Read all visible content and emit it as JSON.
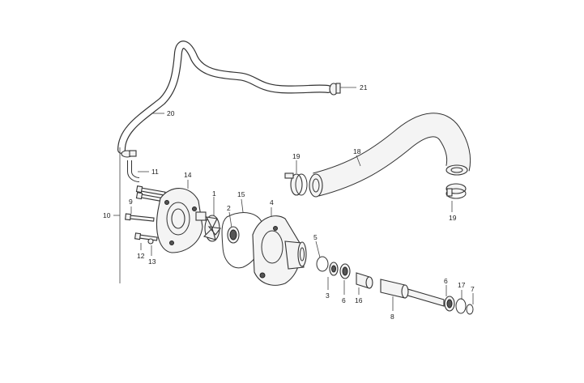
{
  "callouts": {
    "c1": "1",
    "c2": "2",
    "c3": "3",
    "c4": "4",
    "c5": "5",
    "c6a": "6",
    "c6b": "6",
    "c7": "7",
    "c8": "8",
    "c9": "9",
    "c10": "10",
    "c11": "11",
    "c12": "12",
    "c13": "13",
    "c14": "14",
    "c15": "15",
    "c16": "16",
    "c17": "17",
    "c18": "18",
    "c19a": "19",
    "c19b": "19",
    "c20": "20",
    "c21": "21"
  },
  "colors": {
    "line": "#333333",
    "fill": "#f4f4f4",
    "background": "#ffffff"
  }
}
